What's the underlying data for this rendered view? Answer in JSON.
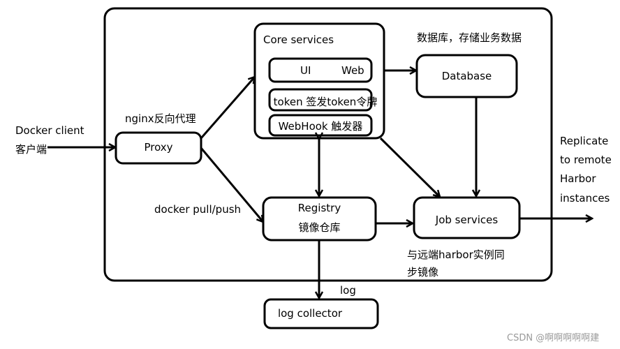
{
  "client": {
    "line1": "Docker client",
    "line2": "客户端"
  },
  "proxy": {
    "label": "Proxy",
    "note": "nginx反向代理"
  },
  "core": {
    "title": "Core services",
    "ui_web_left": "UI",
    "ui_web_right": "Web",
    "token": "token 签发token令牌",
    "webhook": "WebHook 触发器"
  },
  "database": {
    "label": "Database",
    "note": "数据库，存储业务数据"
  },
  "registry": {
    "line1": "Registry",
    "line2": "镜像仓库"
  },
  "docker_pull": "docker pull/push",
  "job": {
    "label": "Job services",
    "note_line1": "与远端harbor实例同",
    "note_line2": "步镜像"
  },
  "replicate": {
    "line1": "Replicate",
    "line2": "to remote",
    "line3": "Harbor",
    "line4": "instances"
  },
  "log_label": "log",
  "log_collector": "log collector",
  "watermark": "CSDN @啊啊啊啊啊建"
}
